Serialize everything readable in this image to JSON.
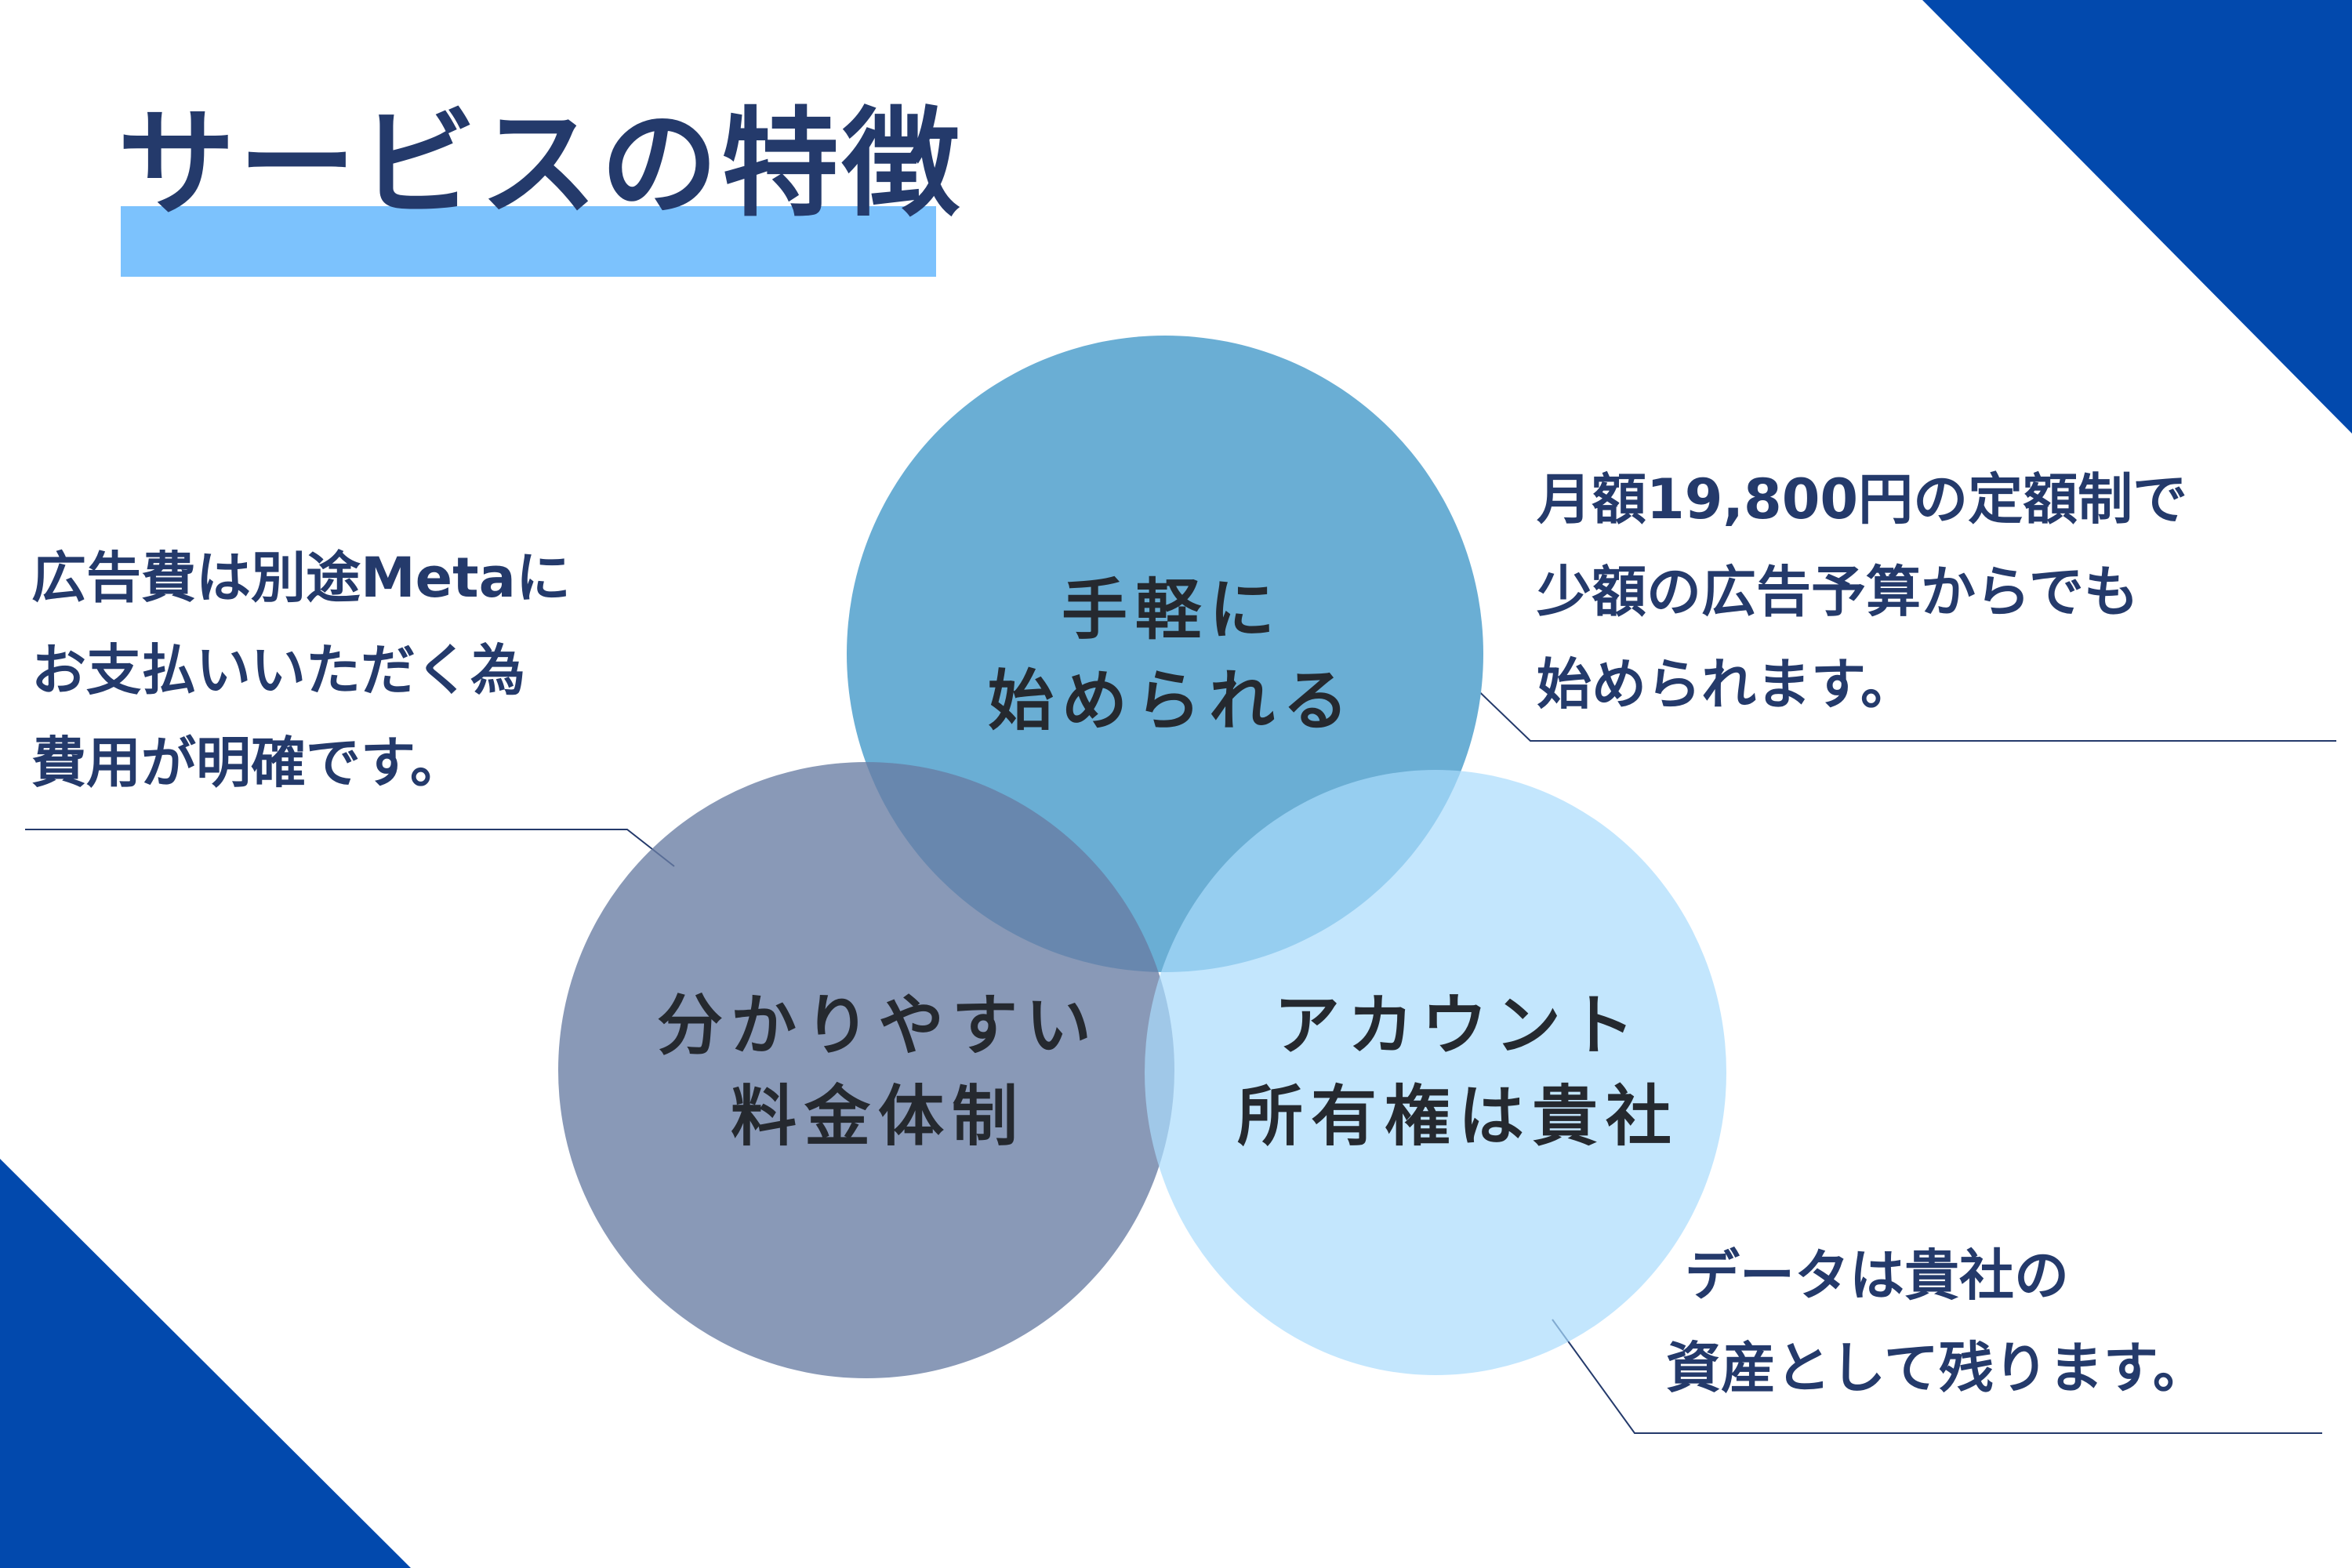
{
  "colors": {
    "corner_blue": "#0249ad",
    "title_bar": "#7cc2fd",
    "title_text": "#243a6b",
    "circle_top": "#6aaed4",
    "circle_left": "#687ca3",
    "circle_right": "#a9dbfc",
    "label_text": "#25292f",
    "line": "#243a6b"
  },
  "title": "サービスの特徴",
  "features": [
    {
      "label_lines": [
        "手軽に",
        "始められる"
      ],
      "desc_lines": [
        "月額19,800円の定額制で",
        "少額の広告予算からでも",
        "始められます。"
      ]
    },
    {
      "label_lines": [
        "分かりやすい",
        "料金体制"
      ],
      "desc_lines": [
        "広告費は別途Metaに",
        "お支払いいただく為",
        "費用が明確です。"
      ]
    },
    {
      "label_lines": [
        "アカウント",
        "所有権は貴社"
      ],
      "desc_lines": [
        "データは貴社の",
        "資産として残ります。"
      ]
    }
  ]
}
